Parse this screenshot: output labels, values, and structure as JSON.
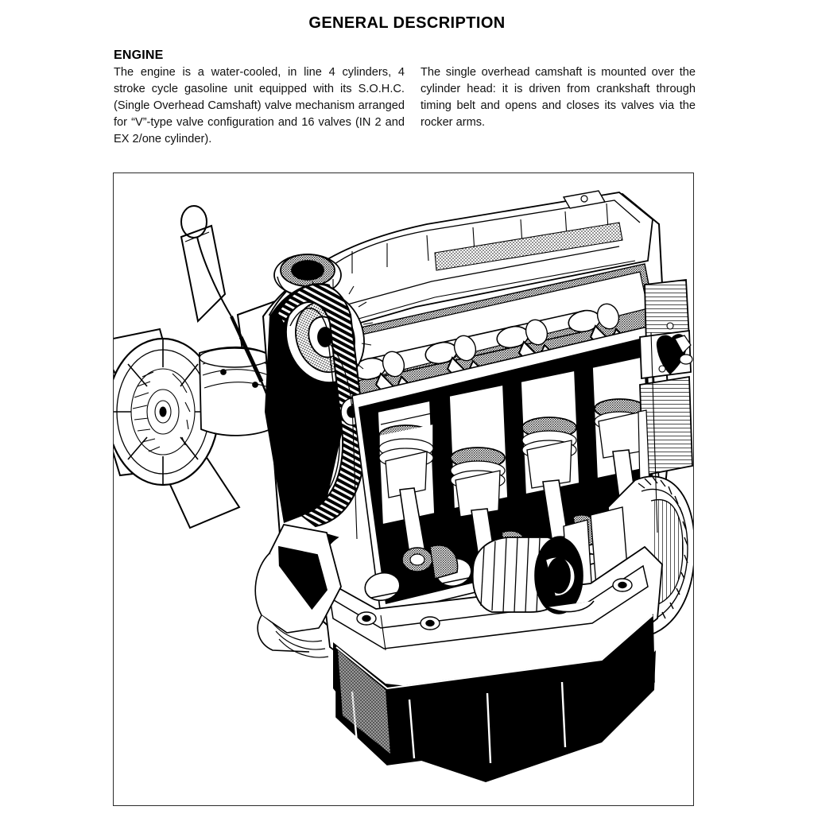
{
  "document": {
    "title": "GENERAL DESCRIPTION",
    "section_heading": "ENGINE"
  },
  "body": {
    "left_column": "The engine is a water-cooled, in line 4 cylinders, 4 stroke cycle gasoline unit equipped with its S.O.H.C. (Single Overhead Camshaft) valve mechanism arranged for “V”-type valve configuration and 16 valves (IN 2 and EX 2/one cylinder).",
    "right_column": "The single overhead camshaft is mounted over the cylinder head: it is driven from crankshaft through timing belt and opens and closes its valves via the rocker arms."
  },
  "figure": {
    "name": "engine-cutaway-illustration",
    "description": "Cutaway line-art drawing of an in-line 4 cylinder SOHC gasoline engine",
    "border_color": "#2b2b2b",
    "background": "#ffffff",
    "ink_color": "#000000",
    "parts_visible": [
      "cooling fan",
      "fan clutch / viscous coupling",
      "oil level dipstick",
      "crankshaft pulley",
      "timing belt",
      "camshaft sprocket",
      "cylinder head cover",
      "camshaft",
      "rocker arms",
      "valves and valve springs",
      "pistons",
      "connecting rods",
      "crankshaft",
      "cylinder block",
      "intake manifold port",
      "oil filter",
      "oil pan",
      "flywheel"
    ]
  }
}
